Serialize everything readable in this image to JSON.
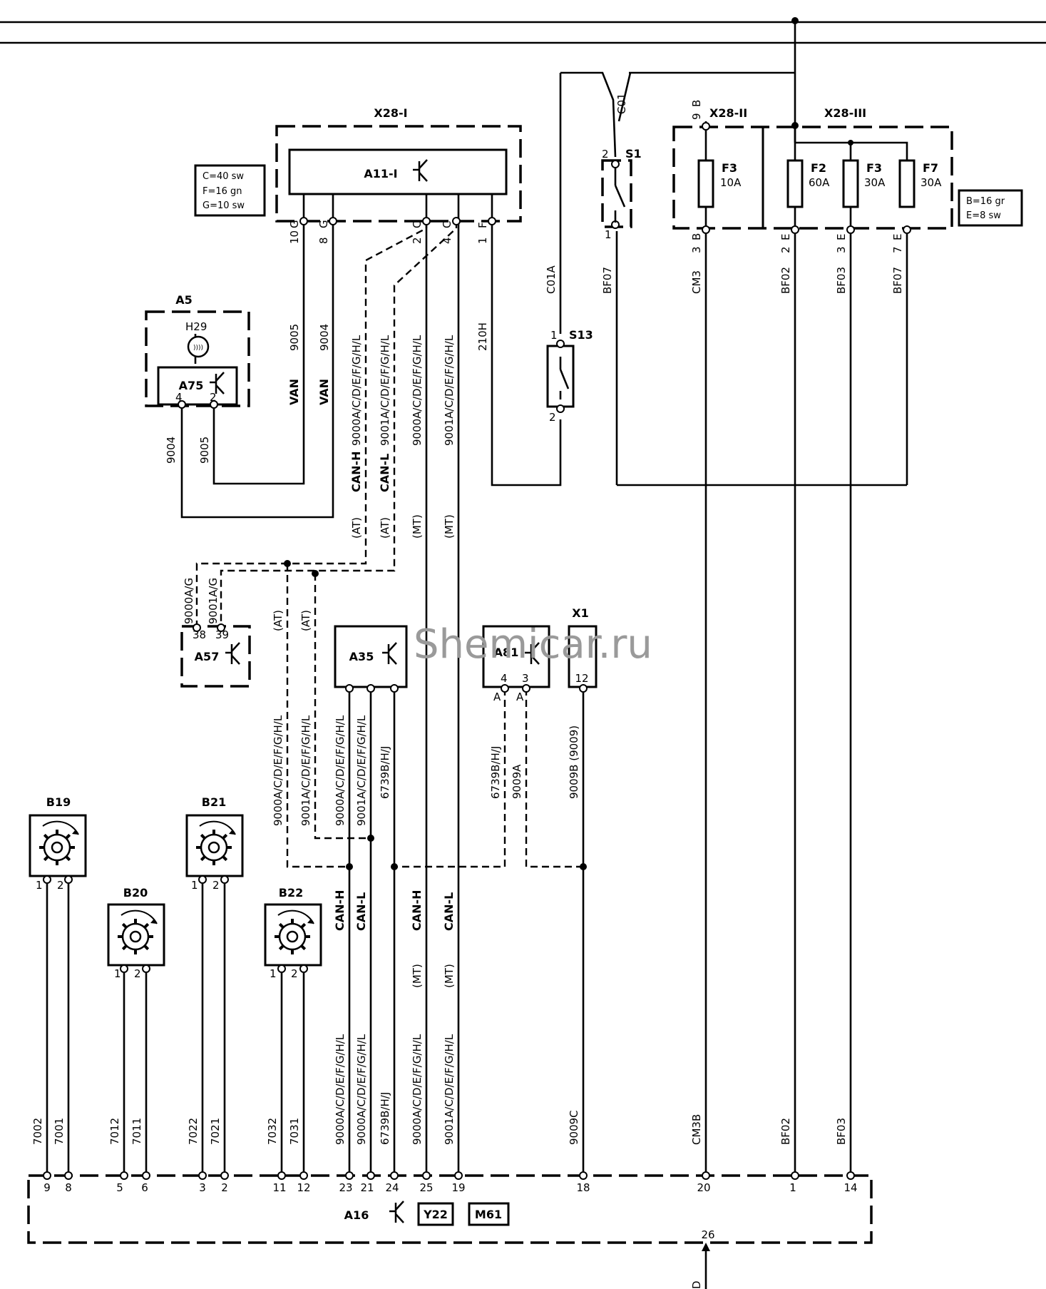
{
  "watermark": "Shemicar.ru",
  "components": {
    "x28_i": "X28-I",
    "a11": "A11-I",
    "x28_ii": "X28-II",
    "x28_iii": "X28-III",
    "s1": "S1",
    "s13": "S13",
    "a5": "A5",
    "h29": "H29",
    "a75": "A75",
    "a57": "A57",
    "a35": "A35",
    "a81": "A81",
    "x1": "X1",
    "b19": "B19",
    "b20": "B20",
    "b21": "B21",
    "b22": "B22",
    "a16": "A16",
    "y22": "Y22",
    "m61": "M61"
  },
  "notes": {
    "left_note": [
      "C=40 sw",
      "F=16 gn",
      "G=10 sw"
    ],
    "right_note": [
      "B=16 gr",
      "E=8 sw"
    ]
  },
  "fuses": [
    {
      "name": "F3",
      "rating": "10A"
    },
    {
      "name": "F2",
      "rating": "60A"
    },
    {
      "name": "F3",
      "rating": "30A"
    },
    {
      "name": "F7",
      "rating": "30A"
    }
  ],
  "pins": {
    "a11": [
      "G",
      "10",
      "G",
      "8",
      "C",
      "2",
      "C",
      "4",
      "F",
      "1"
    ],
    "s1": [
      "2",
      "1"
    ],
    "x28_ii": [
      "B",
      "9",
      "B",
      "3"
    ],
    "x28_iii": [
      "E",
      "2",
      "E",
      "3",
      "E",
      "7"
    ],
    "s13": [
      "1",
      "2"
    ],
    "a75": [
      "4",
      "2"
    ],
    "a57": [
      "38",
      "39"
    ],
    "a81": [
      "4",
      "3",
      "A",
      "A"
    ],
    "x1": [
      "12"
    ],
    "sensors": [
      "1",
      "2"
    ],
    "a16": [
      "9",
      "8",
      "5",
      "6",
      "3",
      "2",
      "11",
      "12",
      "23",
      "21",
      "24",
      "25",
      "19",
      "18",
      "20",
      "1",
      "14",
      "26"
    ]
  },
  "wires": {
    "top": [
      "9005",
      "9004",
      "9000A/C/D/E/F/G/H/L",
      "9001A/C/D/E/F/G/H/L",
      "9000A/C/D/E/F/G/H/L",
      "9001A/C/D/E/F/G/H/L",
      "210H",
      "C01",
      "C01A",
      "BF07",
      "CM3",
      "BF02",
      "BF03",
      "BF07"
    ],
    "a5": [
      "9004",
      "9005"
    ],
    "a57": [
      "9000A/G",
      "9001A/G"
    ],
    "middle": [
      "9000A/C/D/E/F/G/H/L",
      "9001A/C/D/E/F/G/H/L",
      "9000A/C/D/E/F/G/H/L",
      "9001A/C/D/E/F/G/H/L",
      "6739B/H/J",
      "6739B/H/J",
      "9009A",
      "9009B (9009)"
    ],
    "bottom": [
      "7002",
      "7001",
      "7012",
      "7011",
      "7022",
      "7021",
      "7032",
      "7031",
      "9000A/C/D/E/F/G/H/L",
      "9000A/C/D/E/F/G/H/L",
      "6739B/H/J",
      "9000A/C/D/E/F/G/H/L",
      "9001A/C/D/E/F/G/H/L",
      "9009C",
      "CM3B",
      "BF02",
      "BF03",
      "D"
    ]
  },
  "bus_labels": {
    "van": "VAN",
    "can_h": "CAN-H",
    "can_l": "CAN-L",
    "at": "(AT)",
    "mt": "(MT)"
  }
}
